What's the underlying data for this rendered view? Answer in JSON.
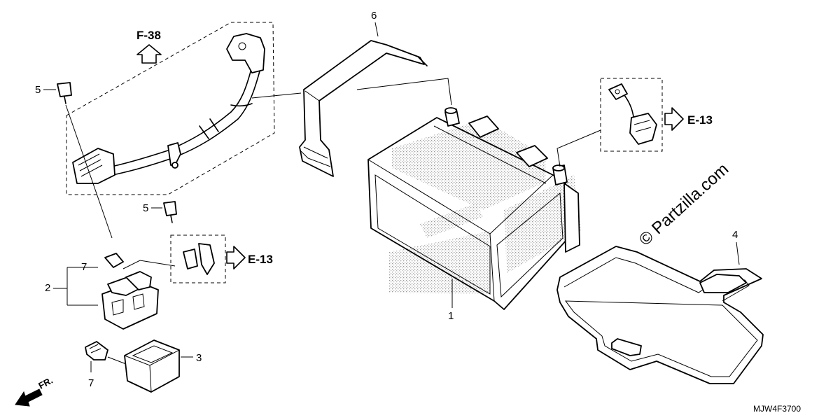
{
  "callouts": {
    "c1": "1",
    "c2": "2",
    "c3": "3",
    "c4": "4",
    "c5a": "5",
    "c5b": "5",
    "c6": "6",
    "c7a": "7",
    "c7b": "7"
  },
  "refs": {
    "f38": "F-38",
    "e13_upper": "E-13",
    "e13_lower": "E-13"
  },
  "direction_label": "FR.",
  "watermark": "© Partzilla.com",
  "diagram_code": "MJW4F3700",
  "colors": {
    "line": "#000000",
    "background": "#ffffff",
    "shade": "#9a9a9a"
  }
}
